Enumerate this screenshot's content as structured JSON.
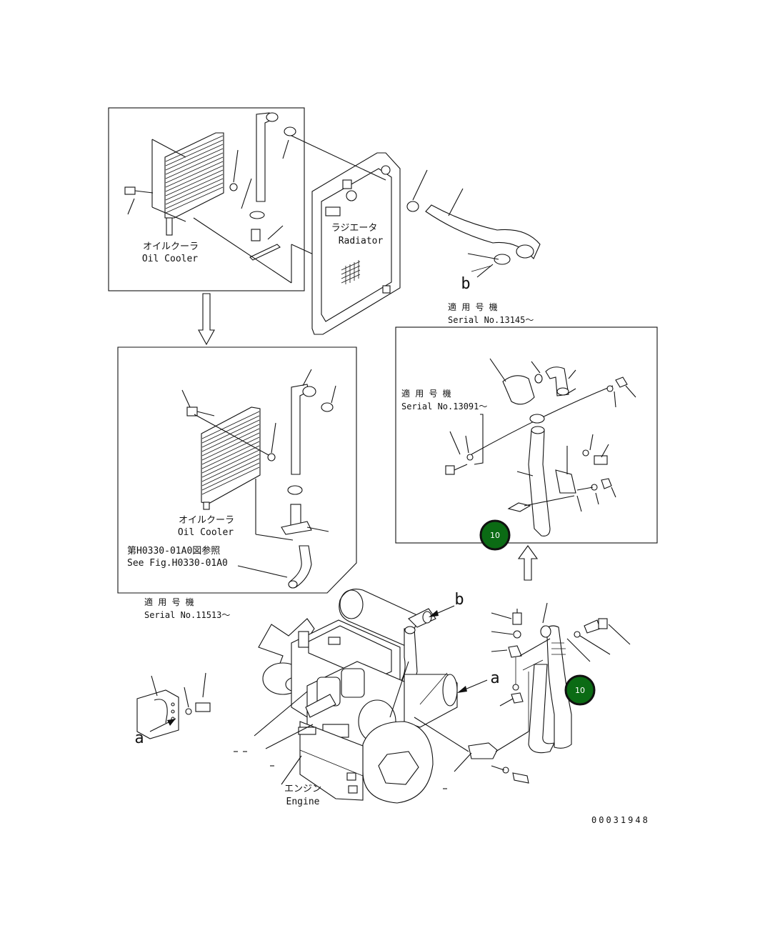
{
  "radiator": {
    "label_jp": "ラジエータ",
    "label_en": "Radiator"
  },
  "oil_cooler_top": {
    "label_jp": "オイルクーラ",
    "label_en": "Oil Cooler"
  },
  "oil_cooler_mid": {
    "label_jp": "オイルクーラ",
    "label_en": "Oil Cooler",
    "ref_jp": "第H0330-01A0図参照",
    "ref_en": "See Fig.H0330-01A0"
  },
  "serial_11513": {
    "label_jp": "適 用 号 機",
    "serial": "Serial No.11513～"
  },
  "serial_13145": {
    "label_jp": "適 用 号 機",
    "serial": "Serial No.13145～"
  },
  "serial_13091": {
    "label_jp": "適 用 号 機",
    "serial": "Serial No.13091～"
  },
  "engine": {
    "label_jp": "エンジン",
    "label_en": "Engine"
  },
  "view_marks": {
    "a": "a",
    "b": "b"
  },
  "callouts": [
    {
      "number": "10",
      "color": "#0b6b14"
    },
    {
      "number": "10",
      "color": "#0b6b14"
    }
  ],
  "drawing_number": "00031948"
}
